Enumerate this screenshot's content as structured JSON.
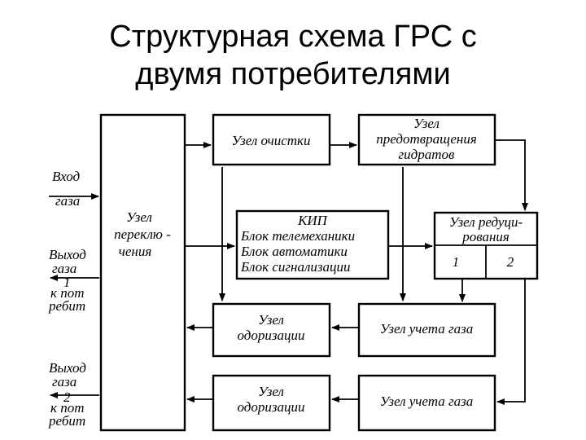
{
  "title": {
    "line1": "Структурная схема ГРС с",
    "line2": "двумя потребителями"
  },
  "diagram": {
    "switch_unit": [
      "Узел",
      "переклю -",
      "чения"
    ],
    "cleaning_unit": "Узел очистки",
    "hydrate_unit": [
      "Узел",
      "предотвращения",
      "гидратов"
    ],
    "kip": [
      "КИП",
      "Блок телемеханики",
      "Блок автоматики",
      "Блок сигнализации"
    ],
    "reduction_unit": [
      "Узел редуци-",
      "рования"
    ],
    "reduction_cells": [
      "1",
      "2"
    ],
    "odor_unit_1": [
      "Узел",
      "одоризации"
    ],
    "odor_unit_2": [
      "Узел",
      "одоризации"
    ],
    "meter_unit_1": "Узел учета газа",
    "meter_unit_2": "Узел учета газа",
    "gas_in": [
      "Вход",
      "газа"
    ],
    "gas_out_1": [
      "Выход",
      "газа",
      "1",
      "к пот",
      "ребит"
    ],
    "gas_out_2": [
      "Выход",
      "газа",
      "2",
      "к пот",
      "ребит"
    ]
  }
}
